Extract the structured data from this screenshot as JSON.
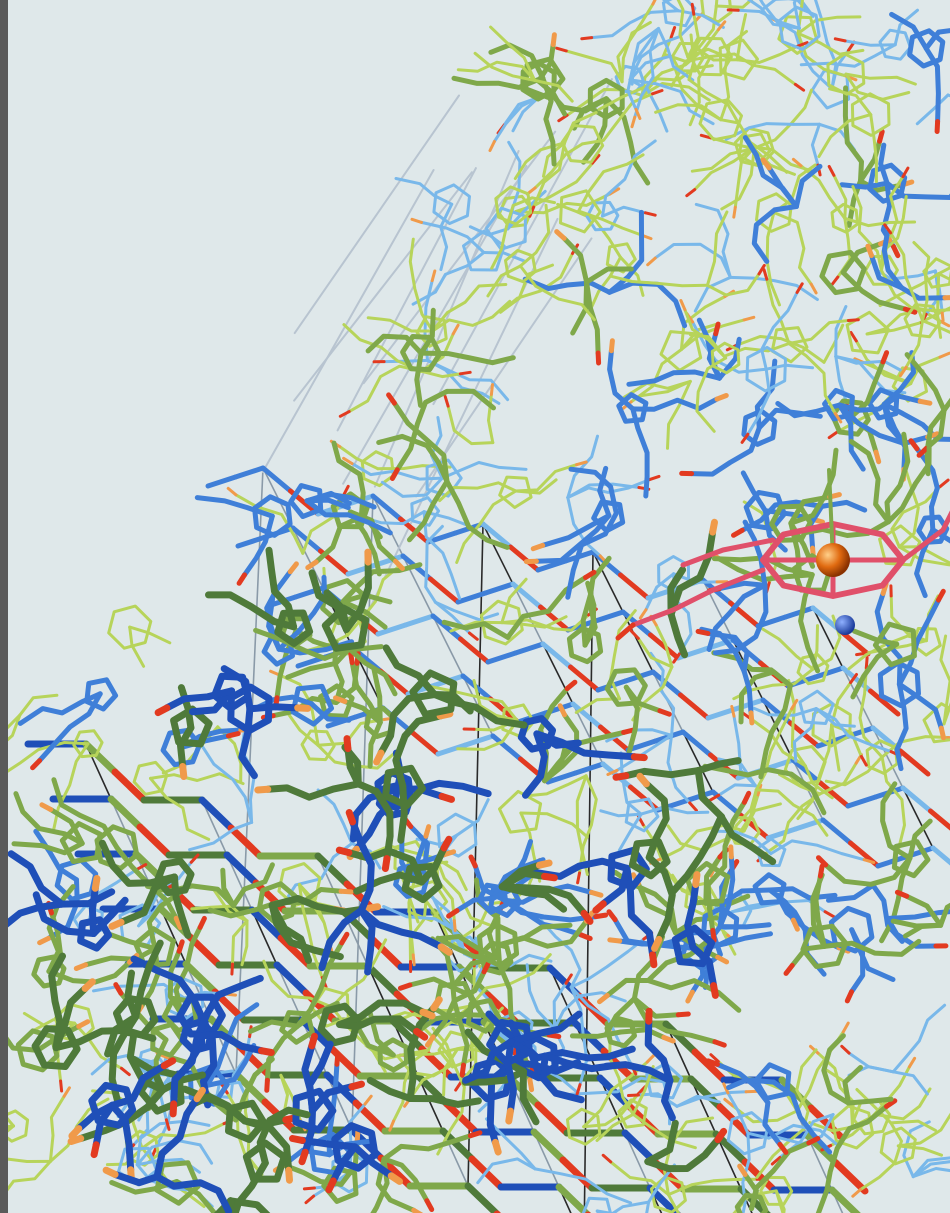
{
  "scene": {
    "subject": "protein-ball-and-stick-model",
    "background_color": "#dfe8ea",
    "binding_margin_color": "#5a5a5a",
    "palette": {
      "light_green": "#b7d45a",
      "mid_green": "#7fa84a",
      "dark_green": "#4f7a3a",
      "light_blue": "#79b8ea",
      "mid_blue": "#3f7fd8",
      "dark_blue": "#1f4fb8",
      "orange": "#f09a4a",
      "red": "#e23a20",
      "heme_red": "#e0506a",
      "metal_orange": "#e06a10",
      "hbond_gray": "#8a9aa8",
      "hbond_dark": "#2a2a2a"
    },
    "iron_atom": {
      "name": "iron-atom",
      "color": "#e06a10"
    },
    "ligand_atom": {
      "name": "ligand-atom",
      "color": "#2c58c8"
    }
  }
}
